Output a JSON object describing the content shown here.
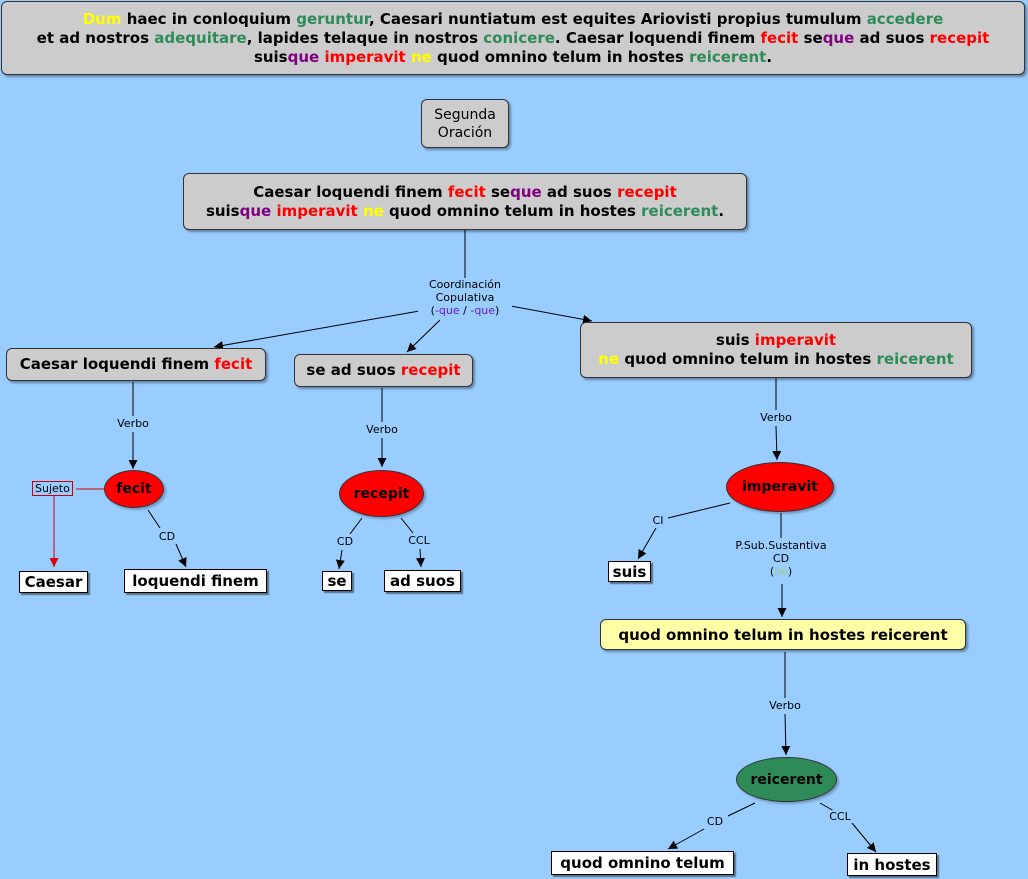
{
  "full_sentence": {
    "line1": {
      "p1": "Dum",
      "p2": " haec in conloquium ",
      "p3": "geruntur",
      "p4": ", Caesari nuntiatum est equites Ariovisti propius tumulum ",
      "p5": "accedere"
    },
    "line2": {
      "p1": "et ad nostros ",
      "p2": "adequitare",
      "p3": ", lapides telaque in nostros ",
      "p4": "conicere",
      "p5": ". Caesar loquendi finem ",
      "p6": "fecit",
      "p7": " se",
      "p8": "que",
      "p9": " ad suos ",
      "p10": "recepit"
    },
    "line3": {
      "p1": "suis",
      "p2": "que",
      "p3": " imperavit",
      "p4": " ne",
      "p5": " quod omnino telum in hostes ",
      "p6": "reicerent",
      "p7": "."
    }
  },
  "title_box": {
    "line1": "Segunda",
    "line2": "Oración"
  },
  "clause_box": {
    "line1": {
      "p1": "Caesar loquendi finem ",
      "p2": "fecit",
      "p3": " se",
      "p4": "que",
      "p5": " ad suos ",
      "p6": "recepit"
    },
    "line2": {
      "p1": "suis",
      "p2": "que",
      "p3": " imperavit",
      "p4": " ne",
      "p5": " quod omnino telum in hostes ",
      "p6": "reicerent",
      "p7": "."
    }
  },
  "coordination": {
    "line1": "Coordinación",
    "line2": "Copulativa",
    "open": "(",
    "que1": "-que",
    "slash": " / ",
    "que2": "-que",
    "close": ")"
  },
  "branch1": {
    "box": {
      "p1": "Caesar loquendi finem ",
      "p2": "fecit"
    },
    "verb_label": "Verbo",
    "verb": "fecit",
    "subject_label": "Sujeto",
    "cd_label": "CD",
    "subject": "Caesar",
    "cd": "loquendi finem"
  },
  "branch2": {
    "box": {
      "p1": "se ad suos ",
      "p2": "recepit"
    },
    "verb_label": "Verbo",
    "verb": "recepit",
    "cd_label": "CD",
    "ccl_label": "CCL",
    "cd": "se",
    "ccl": "ad suos"
  },
  "branch3": {
    "box": {
      "line1": {
        "p1": "suis ",
        "p2": "imperavit"
      },
      "line2": {
        "p1": "ne",
        "p2": " quod omnino telum in hostes ",
        "p3": "reicerent"
      }
    },
    "verb_label": "Verbo",
    "verb": "imperavit",
    "ci_label": "CI",
    "ci": "suis",
    "sub_label": {
      "line1": "P.Sub.Sustantiva",
      "line2": "CD",
      "open": "(",
      "ne": "ne",
      "close": ")"
    },
    "sub_clause": "quod omnino telum in hostes reicerent",
    "sub_verb_label": "Verbo",
    "sub_verb": "reicerent",
    "sub_cd_label": "CD",
    "sub_ccl_label": "CCL",
    "sub_cd": "quod omnino telum",
    "sub_ccl": "in hostes"
  },
  "colors": {
    "background": "#99ccff",
    "box_gray": "#cccccc",
    "verb_red": "#ff0000",
    "verb_green": "#2e8b57",
    "highlight_yellow": "#ffff00",
    "que_purple": "#800080",
    "subclause_box": "#ffffa8"
  }
}
